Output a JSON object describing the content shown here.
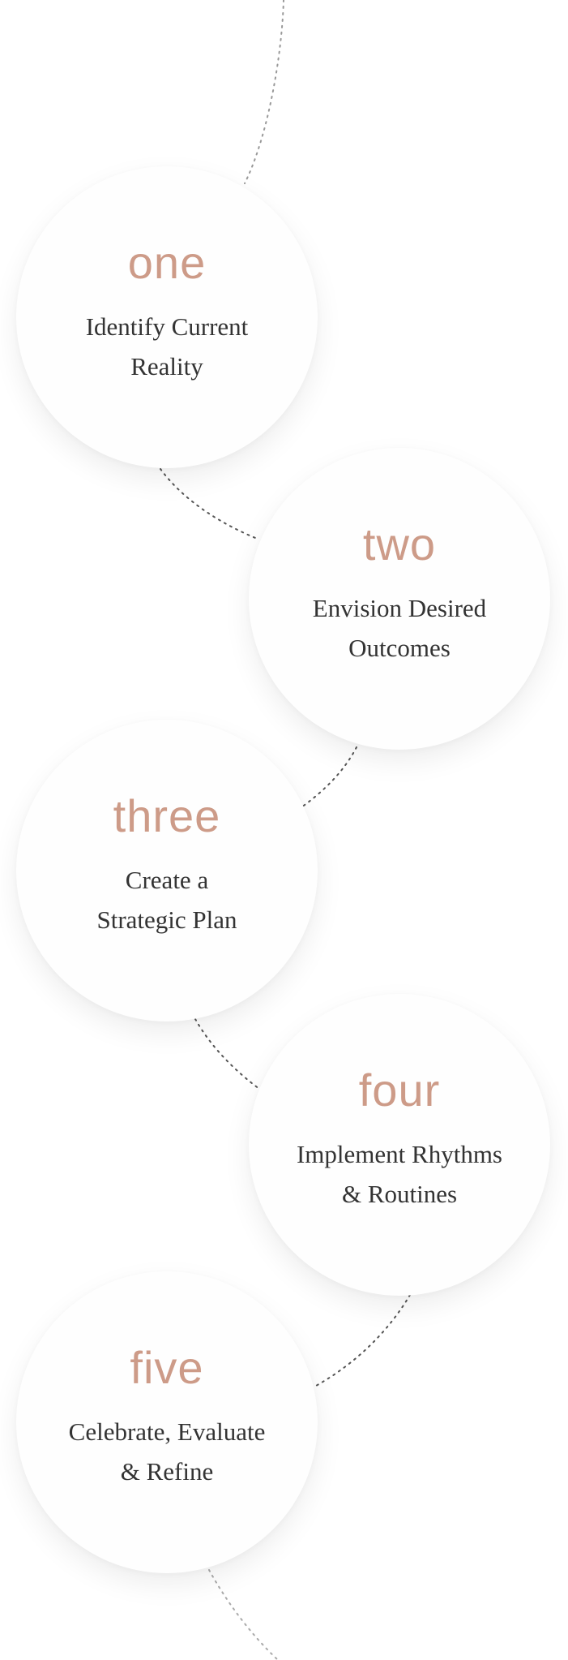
{
  "steps": [
    {
      "number": "one",
      "title": "Identify Current\nReality"
    },
    {
      "number": "two",
      "title": "Envision Desired\nOutcomes"
    },
    {
      "number": "three",
      "title": "Create a\nStrategic Plan"
    },
    {
      "number": "four",
      "title": "Implement Rhythms\n& Routines"
    },
    {
      "number": "five",
      "title": "Celebrate, Evaluate\n& Refine"
    }
  ],
  "colors": {
    "accent": "#cd9b88",
    "text": "#333333",
    "connector": "#555555"
  }
}
